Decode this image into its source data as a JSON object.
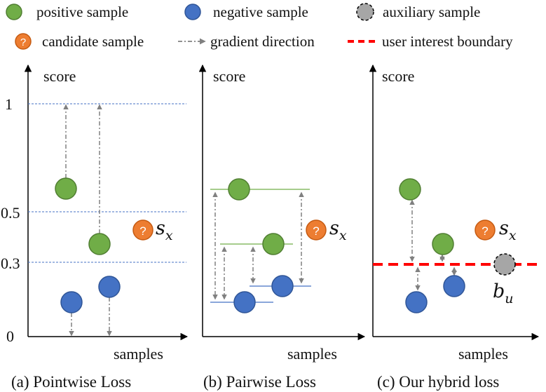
{
  "legend": {
    "positive": "positive sample",
    "negative": "negative sample",
    "auxiliary": "auxiliary sample",
    "candidate": "candidate sample",
    "gradient": "gradient direction",
    "boundary": "user interest boundary",
    "candidate_glyph": "?"
  },
  "colors": {
    "positive_fill": "#70ad47",
    "negative_fill": "#4472c4",
    "auxiliary_fill": "#a6a6a6",
    "candidate_fill": "#ed7d31",
    "boundary_line": "#ff0000",
    "guide_line": "#4472c4",
    "arrow": "#808080"
  },
  "axes": {
    "y_label": "score",
    "x_label": "samples",
    "ticks": [
      "1",
      "0.5",
      "0.3",
      "0"
    ]
  },
  "panels": [
    {
      "caption": "(a) Pointwise Loss",
      "candidate_label": "s",
      "candidate_sub": "x"
    },
    {
      "caption": "(b) Pairwise Loss",
      "candidate_label": "s",
      "candidate_sub": "x"
    },
    {
      "caption": "(c) Our hybrid loss",
      "candidate_label": "s",
      "candidate_sub": "x",
      "aux_label": "b",
      "aux_sub": "u"
    }
  ]
}
